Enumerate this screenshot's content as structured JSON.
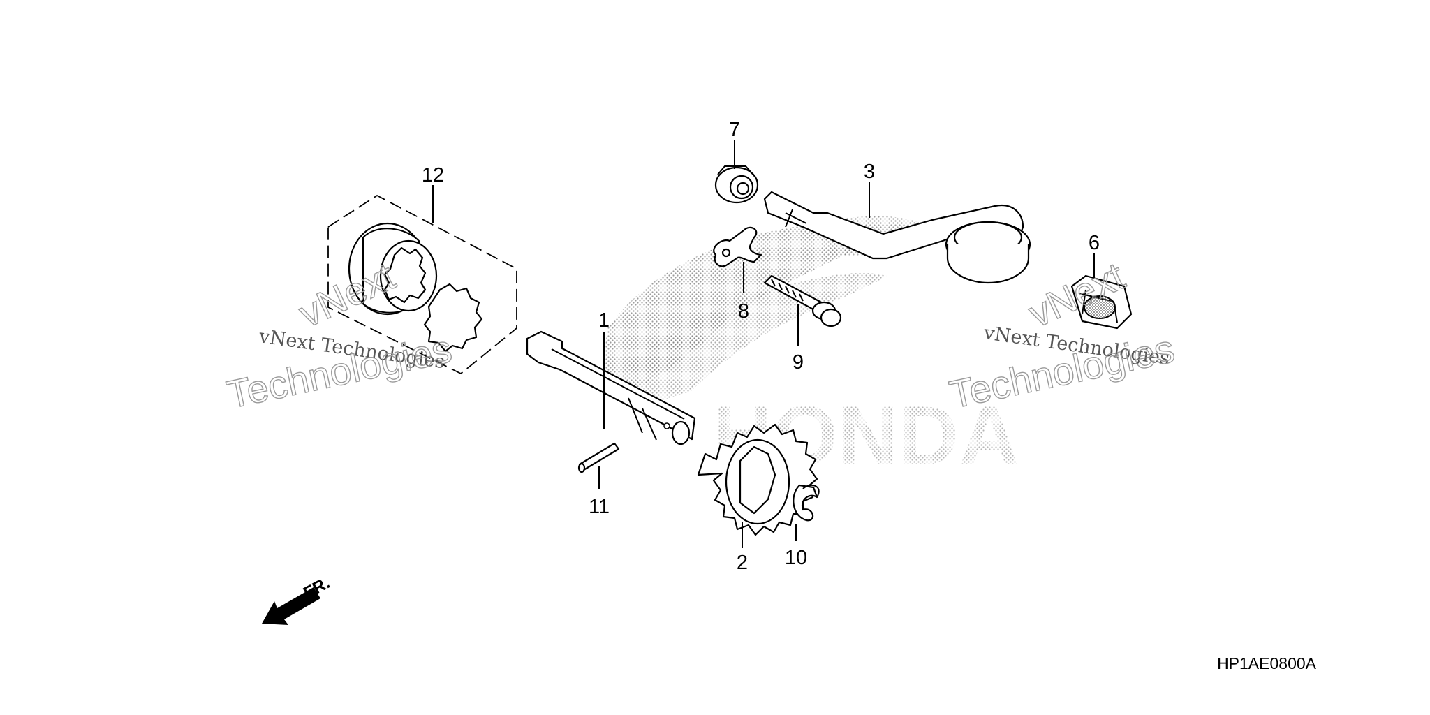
{
  "callouts": {
    "c1": "1",
    "c2": "2",
    "c3": "3",
    "c6": "6",
    "c7": "7",
    "c8": "8",
    "c9": "9",
    "c10": "10",
    "c11": "11",
    "c12": "12"
  },
  "diagram_code": "HP1AE0800A",
  "direction_label": "FR.",
  "watermarks": {
    "left_line1": "vNext Technologies",
    "left_line2": "vNext",
    "left_line3": "Technologies",
    "right_line1": "vNext Technologies",
    "right_line2": "vNext",
    "right_line3": "Technologies"
  },
  "background_logo": "HONDA"
}
